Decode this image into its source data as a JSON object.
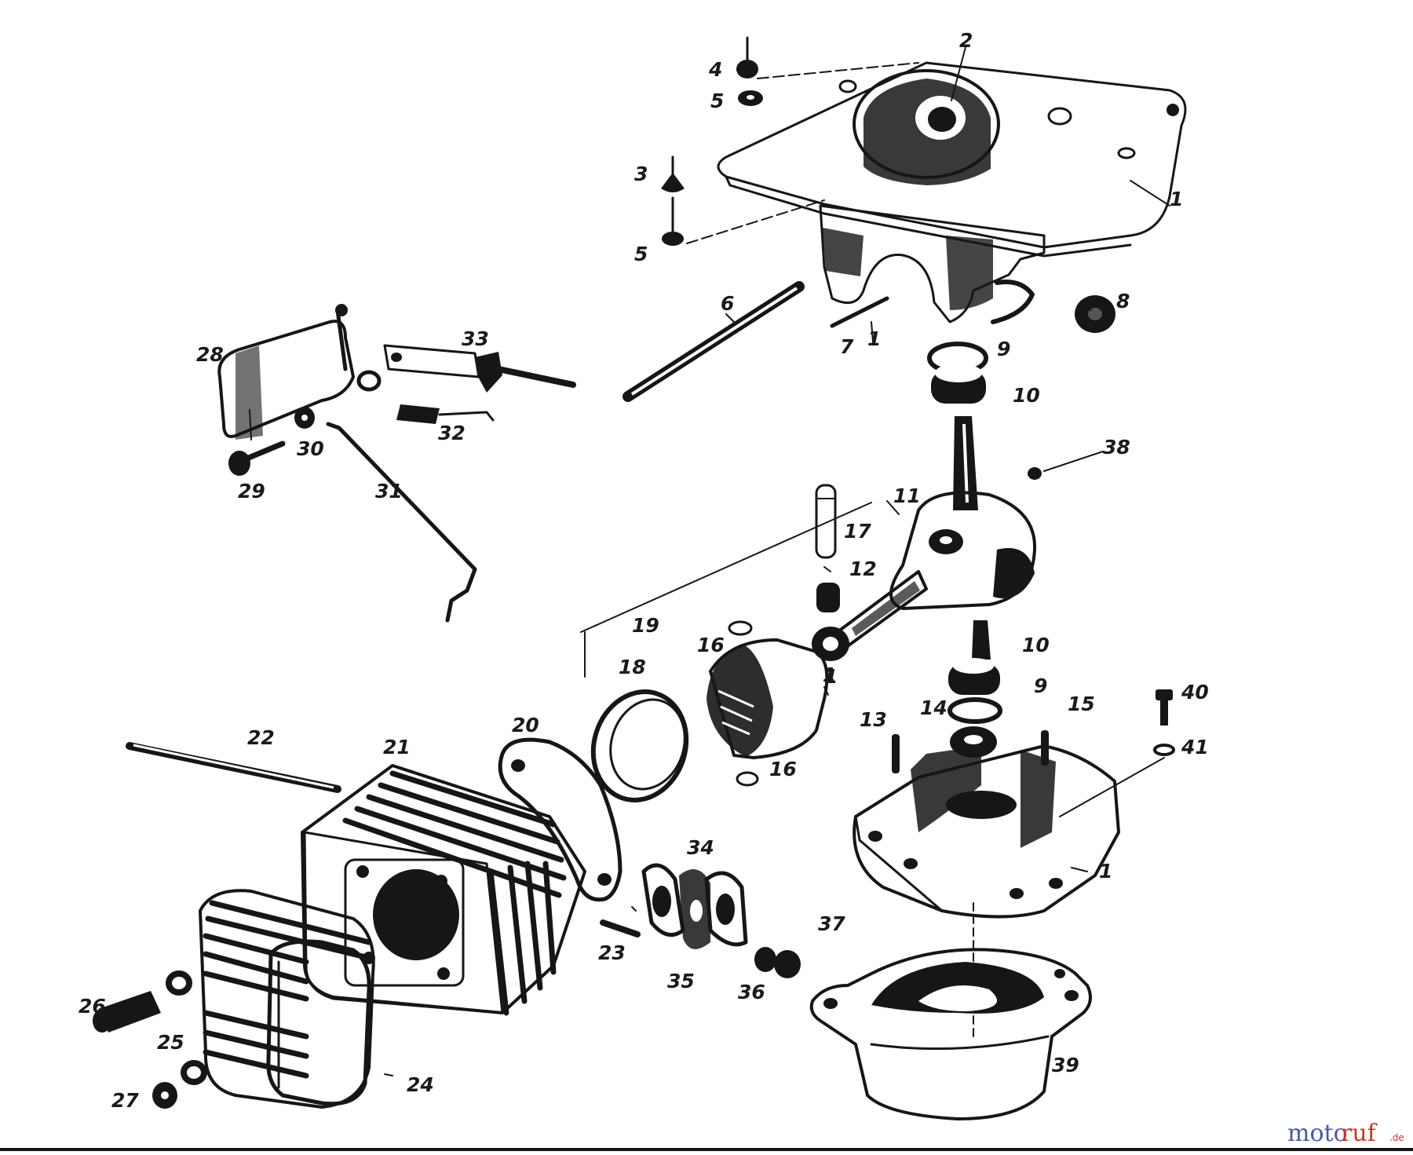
{
  "parts": [
    {
      "id": "p1a",
      "label": "1",
      "icon": "engine-base-plate"
    },
    {
      "id": "p1b",
      "label": "1",
      "icon": "rod-cap"
    },
    {
      "id": "p1c",
      "label": "1",
      "icon": "crankcase-lower"
    },
    {
      "id": "p1d",
      "label": "1",
      "icon": "crankshaft"
    },
    {
      "id": "p1e",
      "label": "1",
      "icon": "mount-bolt"
    },
    {
      "id": "p2",
      "label": "2",
      "icon": "bearing-seat"
    },
    {
      "id": "p3",
      "label": "3",
      "icon": "screw"
    },
    {
      "id": "p4",
      "label": "4",
      "icon": "nut"
    },
    {
      "id": "p5a",
      "label": "5",
      "icon": "washer"
    },
    {
      "id": "p5b",
      "label": "5",
      "icon": "washer"
    },
    {
      "id": "p6",
      "label": "6",
      "icon": "shaft"
    },
    {
      "id": "p7",
      "label": "7",
      "icon": "pin"
    },
    {
      "id": "p8",
      "label": "8",
      "icon": "seal"
    },
    {
      "id": "p9a",
      "label": "9",
      "icon": "seal-ring"
    },
    {
      "id": "p9b",
      "label": "9",
      "icon": "seal-ring"
    },
    {
      "id": "p10a",
      "label": "10",
      "icon": "ball-bearing"
    },
    {
      "id": "p10b",
      "label": "10",
      "icon": "ball-bearing"
    },
    {
      "id": "p11",
      "label": "11",
      "icon": "crank-assembly"
    },
    {
      "id": "p12",
      "label": "12",
      "icon": "needle-bearing"
    },
    {
      "id": "p13",
      "label": "13",
      "icon": "dowel-pin"
    },
    {
      "id": "p14",
      "label": "14",
      "icon": "shaft-seal"
    },
    {
      "id": "p15",
      "label": "15",
      "icon": "dowel-pin"
    },
    {
      "id": "p16a",
      "label": "16",
      "icon": "circlip"
    },
    {
      "id": "p16b",
      "label": "16",
      "icon": "circlip"
    },
    {
      "id": "p17",
      "label": "17",
      "icon": "piston-pin"
    },
    {
      "id": "p18",
      "label": "18",
      "icon": "piston-ring"
    },
    {
      "id": "p19",
      "label": "19",
      "icon": "piston-assembly"
    },
    {
      "id": "p20",
      "label": "20",
      "icon": "cylinder-gasket"
    },
    {
      "id": "p21",
      "label": "21",
      "icon": "cylinder"
    },
    {
      "id": "p22",
      "label": "22",
      "icon": "stud-bolt"
    },
    {
      "id": "p23",
      "label": "23",
      "icon": "stud"
    },
    {
      "id": "p24",
      "label": "24",
      "icon": "muffler"
    },
    {
      "id": "p25",
      "label": "25",
      "icon": "ring"
    },
    {
      "id": "p26",
      "label": "26",
      "icon": "spacer-sleeve"
    },
    {
      "id": "p27",
      "label": "27",
      "icon": "nut"
    },
    {
      "id": "p28",
      "label": "28",
      "icon": "bracket"
    },
    {
      "id": "p29",
      "label": "29",
      "icon": "bolt"
    },
    {
      "id": "p30",
      "label": "30",
      "icon": "washer"
    },
    {
      "id": "p31",
      "label": "31",
      "icon": "linkage-rod"
    },
    {
      "id": "p32",
      "label": "32",
      "icon": "spring"
    },
    {
      "id": "p33",
      "label": "33",
      "icon": "lever"
    },
    {
      "id": "p34",
      "label": "34",
      "icon": "intake-gaskets"
    },
    {
      "id": "p35",
      "label": "35",
      "icon": "flange"
    },
    {
      "id": "p36",
      "label": "36",
      "icon": "washer"
    },
    {
      "id": "p37",
      "label": "37",
      "icon": "nut"
    },
    {
      "id": "p38",
      "label": "38",
      "icon": "key"
    },
    {
      "id": "p39",
      "label": "39",
      "icon": "bottom-cover"
    },
    {
      "id": "p40",
      "label": "40",
      "icon": "plug-screw"
    },
    {
      "id": "p41",
      "label": "41",
      "icon": "seal-washer"
    }
  ],
  "watermark": {
    "part1": "moto",
    "part2": "ruf",
    "tld": ".de"
  }
}
